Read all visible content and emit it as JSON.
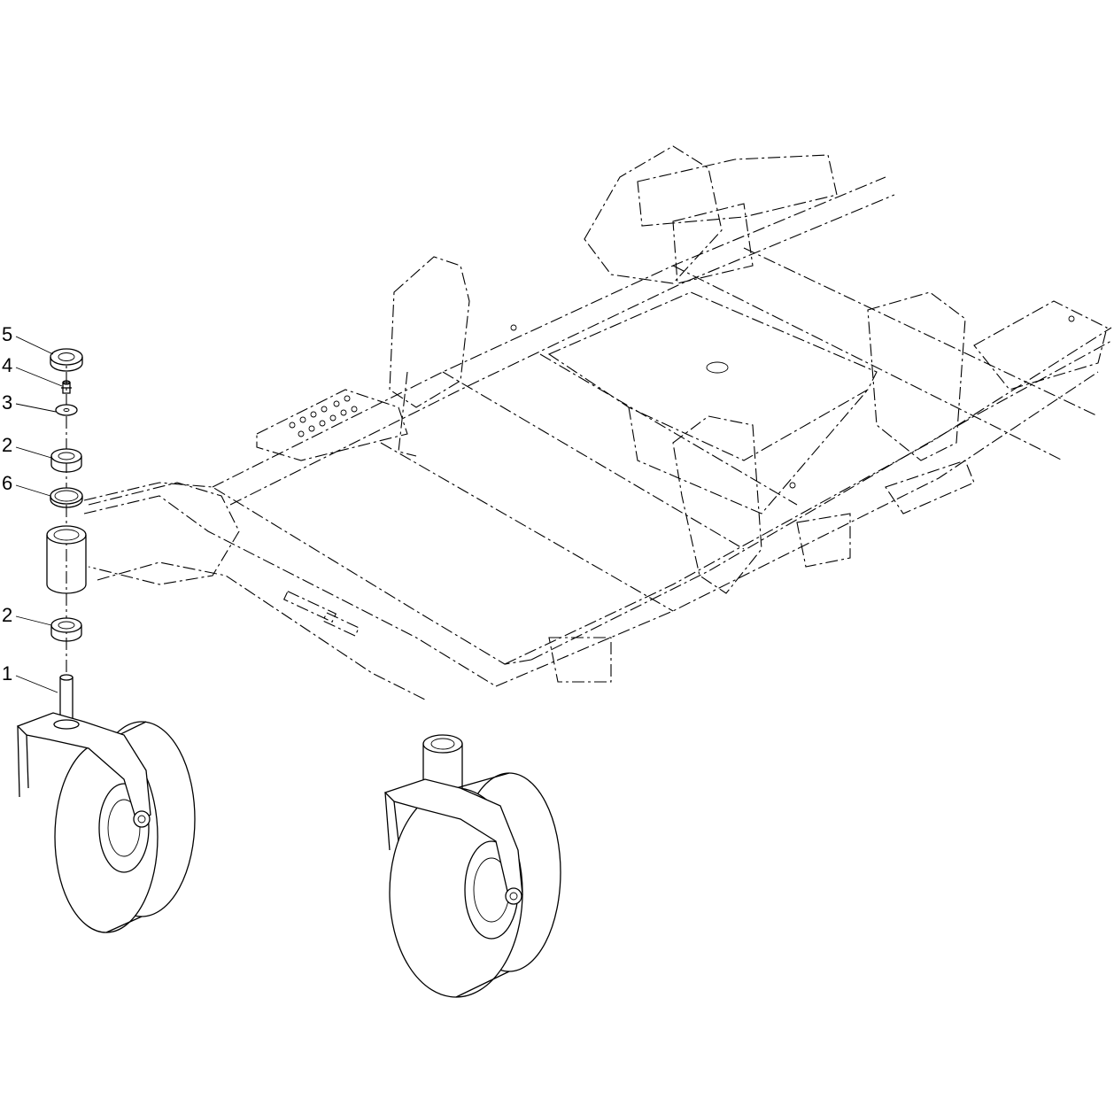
{
  "callouts": [
    {
      "label": "5"
    },
    {
      "label": "4"
    },
    {
      "label": "3"
    },
    {
      "label": "2"
    },
    {
      "label": "6"
    },
    {
      "label": "2"
    },
    {
      "label": "1"
    }
  ]
}
